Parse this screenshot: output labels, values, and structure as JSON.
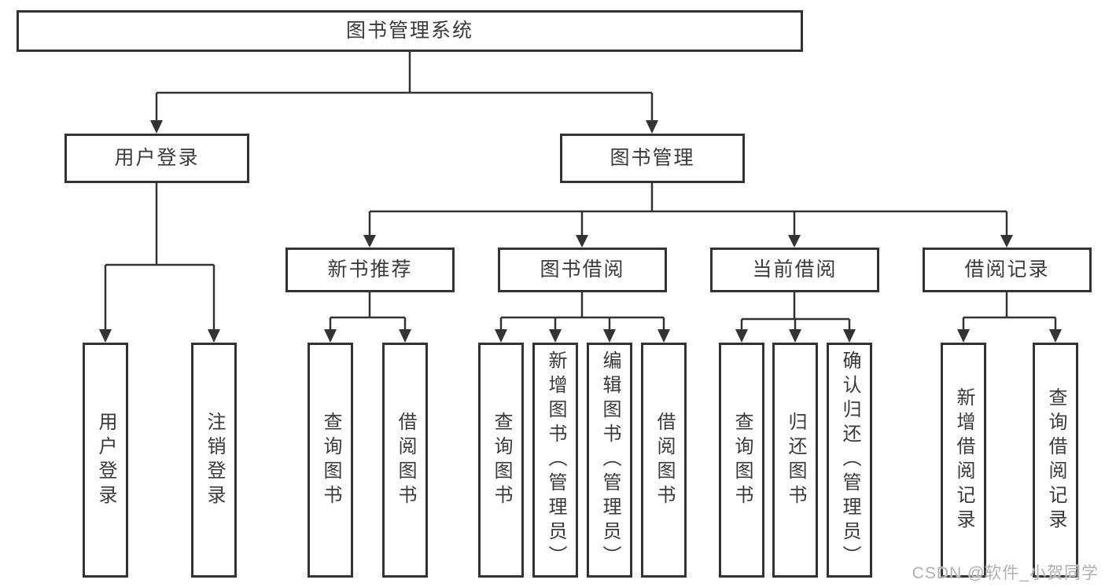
{
  "diagram": {
    "root": {
      "label": "图书管理系统"
    },
    "level2": [
      {
        "id": "user-login",
        "label": "用户登录"
      },
      {
        "id": "book-management",
        "label": "图书管理"
      }
    ],
    "level3": [
      {
        "id": "new-book-recommend",
        "label": "新书推荐",
        "parent": "图书管理"
      },
      {
        "id": "book-borrowing",
        "label": "图书借阅",
        "parent": "图书管理"
      },
      {
        "id": "current-borrowing",
        "label": "当前借阅",
        "parent": "图书管理"
      },
      {
        "id": "borrowing-records",
        "label": "借阅记录",
        "parent": "图书管理"
      }
    ],
    "leaves": [
      {
        "id": "user-login-leaf",
        "label": "用户登录",
        "parent": "用户登录"
      },
      {
        "id": "logout",
        "label": "注销登录",
        "parent": "用户登录"
      },
      {
        "id": "query-books-recommend",
        "label": "查询图书",
        "parent": "新书推荐"
      },
      {
        "id": "borrow-books-recommend",
        "label": "借阅图书",
        "parent": "新书推荐"
      },
      {
        "id": "query-books-borrow",
        "label": "查询图书",
        "parent": "图书借阅"
      },
      {
        "id": "add-books-admin",
        "label": "新增图书（管理员）",
        "parent": "图书借阅"
      },
      {
        "id": "edit-books-admin",
        "label": "编辑图书（管理员）",
        "parent": "图书借阅"
      },
      {
        "id": "borrow-books",
        "label": "借阅图书",
        "parent": "图书借阅"
      },
      {
        "id": "query-books-current",
        "label": "查询图书",
        "parent": "当前借阅"
      },
      {
        "id": "return-books",
        "label": "归还图书",
        "parent": "当前借阅"
      },
      {
        "id": "confirm-return-admin",
        "label": "确认归还（管理员）",
        "parent": "当前借阅"
      },
      {
        "id": "add-borrow-record",
        "label": "新增借阅记录",
        "parent": "借阅记录"
      },
      {
        "id": "query-borrow-record",
        "label": "查询借阅记录",
        "parent": "借阅记录"
      }
    ]
  },
  "watermark": "CSDN @软件_小贺同学",
  "colors": {
    "line": "#333333",
    "box_border": "#333333",
    "text": "#3a3a3a",
    "watermark": "#b0b0b0",
    "background": "#ffffff"
  }
}
